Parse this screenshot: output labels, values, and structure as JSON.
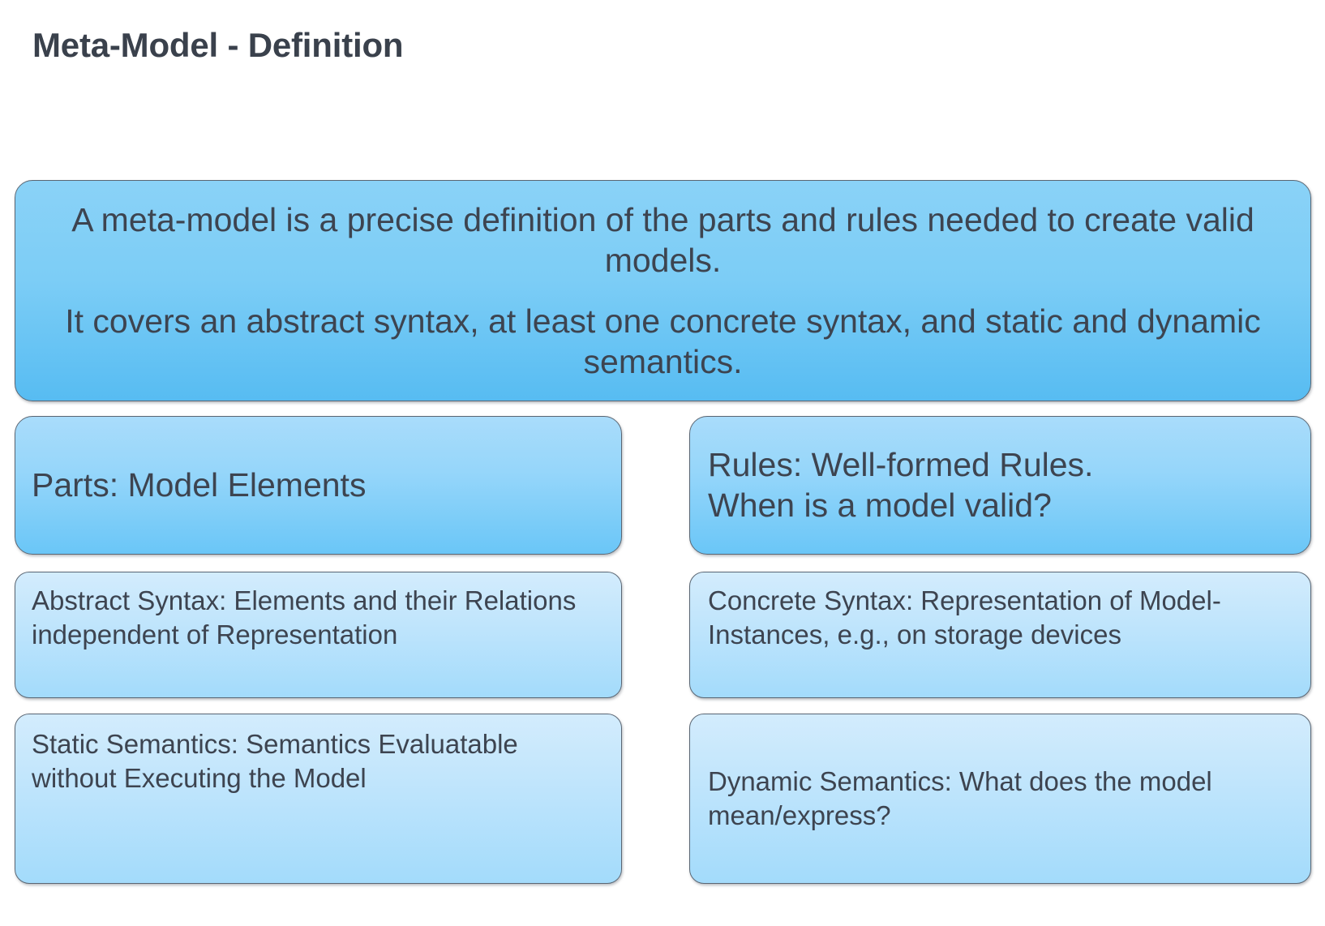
{
  "slide": {
    "title": "Meta-Model - Definition",
    "background_color": "#ffffff",
    "text_color": "#3d4450"
  },
  "definition": {
    "paragraph_1": "A meta-model is a precise definition of the parts and rules needed to create valid models.",
    "paragraph_2": "It covers an abstract syntax, at least one concrete syntax, and static and dynamic semantics.",
    "fill_top_color": "#8ad2f7",
    "fill_bottom_color": "#57bcf2"
  },
  "columns": {
    "left": {
      "heading": "Parts: Model Elements",
      "detail_1": "Abstract Syntax: Elements and their Relations independent of Representation",
      "detail_2": "Static Semantics: Semantics Evaluatable without Executing the Model"
    },
    "right": {
      "heading": "Rules: Well-formed Rules.\nWhen is a model valid?",
      "detail_1": "Concrete Syntax: Representation of Model-Instances, e.g., on storage devices",
      "detail_2": "Dynamic Semantics: What does the model mean/express?"
    }
  },
  "palette": {
    "medium_box_top": "#a9dcfb",
    "medium_box_bottom": "#6ac6f7",
    "light_box_top": "#d3ecfd",
    "light_box_bottom": "#a3dbfb",
    "box_border": "#5a6673"
  }
}
